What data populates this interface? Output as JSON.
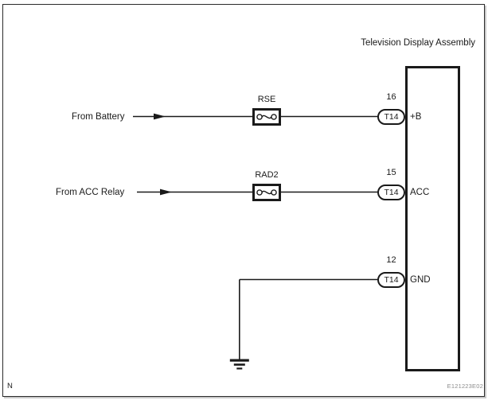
{
  "diagram": {
    "title": "Television Display Assembly",
    "corner_label": "N",
    "figure_code": "E121223E02",
    "connector": "T14",
    "colors": {
      "line": "#1a1a1a",
      "background": "#ffffff",
      "figure_code_text": "#8c8c8c"
    },
    "rows": [
      {
        "source": "From Battery",
        "fuse": "RSE",
        "pin": "16",
        "terminal": "T14",
        "signal": "+B"
      },
      {
        "source": "From ACC Relay",
        "fuse": "RAD2",
        "pin": "15",
        "terminal": "T14",
        "signal": "ACC"
      },
      {
        "source": "",
        "fuse": "",
        "pin": "12",
        "terminal": "T14",
        "signal": "GND"
      }
    ]
  }
}
